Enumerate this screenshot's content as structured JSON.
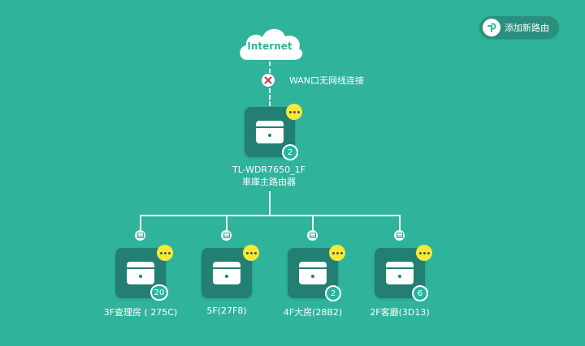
{
  "header": {
    "add_router_label": "添加新路由"
  },
  "internet": {
    "label": "Internet"
  },
  "wan": {
    "status_text": "WAN口无网线连接"
  },
  "main_router": {
    "model": "TL-WDR7650_1F",
    "name": "車庫主路由器",
    "client_count": "2"
  },
  "sub_routers": [
    {
      "label": "3F查理房 ( 275C)",
      "client_count": "20"
    },
    {
      "label": "5F(27F8)",
      "client_count": ""
    },
    {
      "label": "4F大房(28B2)",
      "client_count": "2"
    },
    {
      "label": "2F客廳(3D13)",
      "client_count": "6"
    }
  ],
  "colors": {
    "background": "#2fb39a",
    "tile": "#237f71",
    "more_button": "#f5e93a",
    "error": "#d4343b"
  }
}
